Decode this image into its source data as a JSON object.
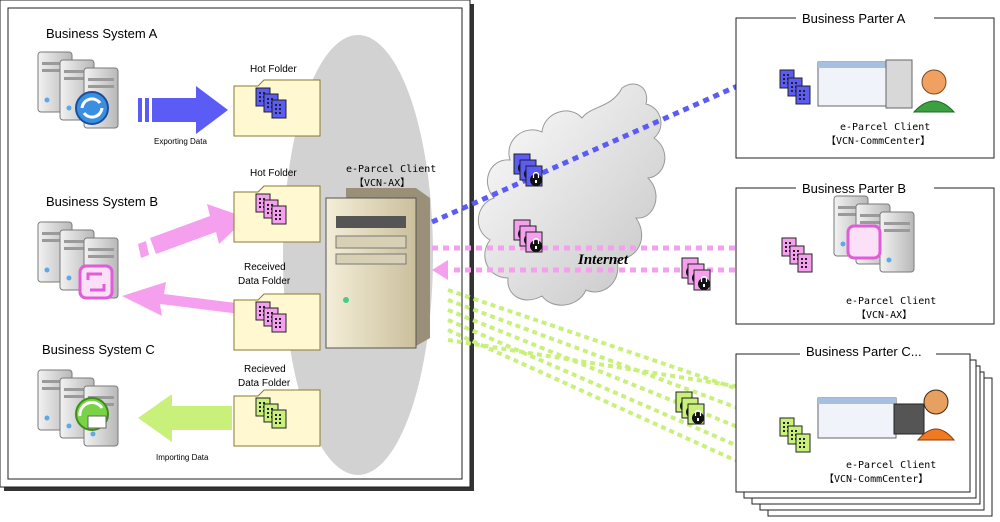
{
  "enterprise": {
    "systems": [
      {
        "name": "Business System A",
        "caption": "Exporting Data"
      },
      {
        "name": "Business System B",
        "caption": ""
      },
      {
        "name": "Business System C",
        "caption": "Importing Data"
      }
    ],
    "folders": [
      {
        "label_lines": [
          "Hot Folder"
        ]
      },
      {
        "label_lines": [
          "Hot Folder"
        ]
      },
      {
        "label_lines": [
          "Received",
          "Data Folder"
        ]
      },
      {
        "label_lines": [
          "Recieved",
          "Data Folder"
        ]
      }
    ],
    "server": {
      "title": "e-Parcel Client",
      "subtitle": "【VCN-AX】"
    }
  },
  "internet_label": "Internet",
  "partners": [
    {
      "name": "Business Parter A",
      "client": "e-Parcel Client",
      "product": "【VCN-CommCenter】"
    },
    {
      "name": "Business Parter B",
      "client": "e-Parcel Client",
      "product": "【VCN-AX】"
    },
    {
      "name": "Business Parter C...",
      "client": "e-Parcel Client",
      "product": "【VCN-CommCenter】"
    }
  ],
  "colors": {
    "blue": "#5b5bf5",
    "pink": "#f5a0ee",
    "pink_dark": "#e05cd8",
    "green": "#c8f07a",
    "green_dark": "#6fc23a",
    "folder": "#fff8d0",
    "folder_edge": "#8a7a30",
    "server_body": "#e8e0c8",
    "ellipse": "#d2d2d2"
  },
  "icons": [
    "server-rack-icon",
    "folder-icon",
    "document-stack-icon",
    "lock-envelope-icon",
    "cloud-icon",
    "person-icon",
    "tower-server-icon",
    "monitor-window-icon"
  ]
}
